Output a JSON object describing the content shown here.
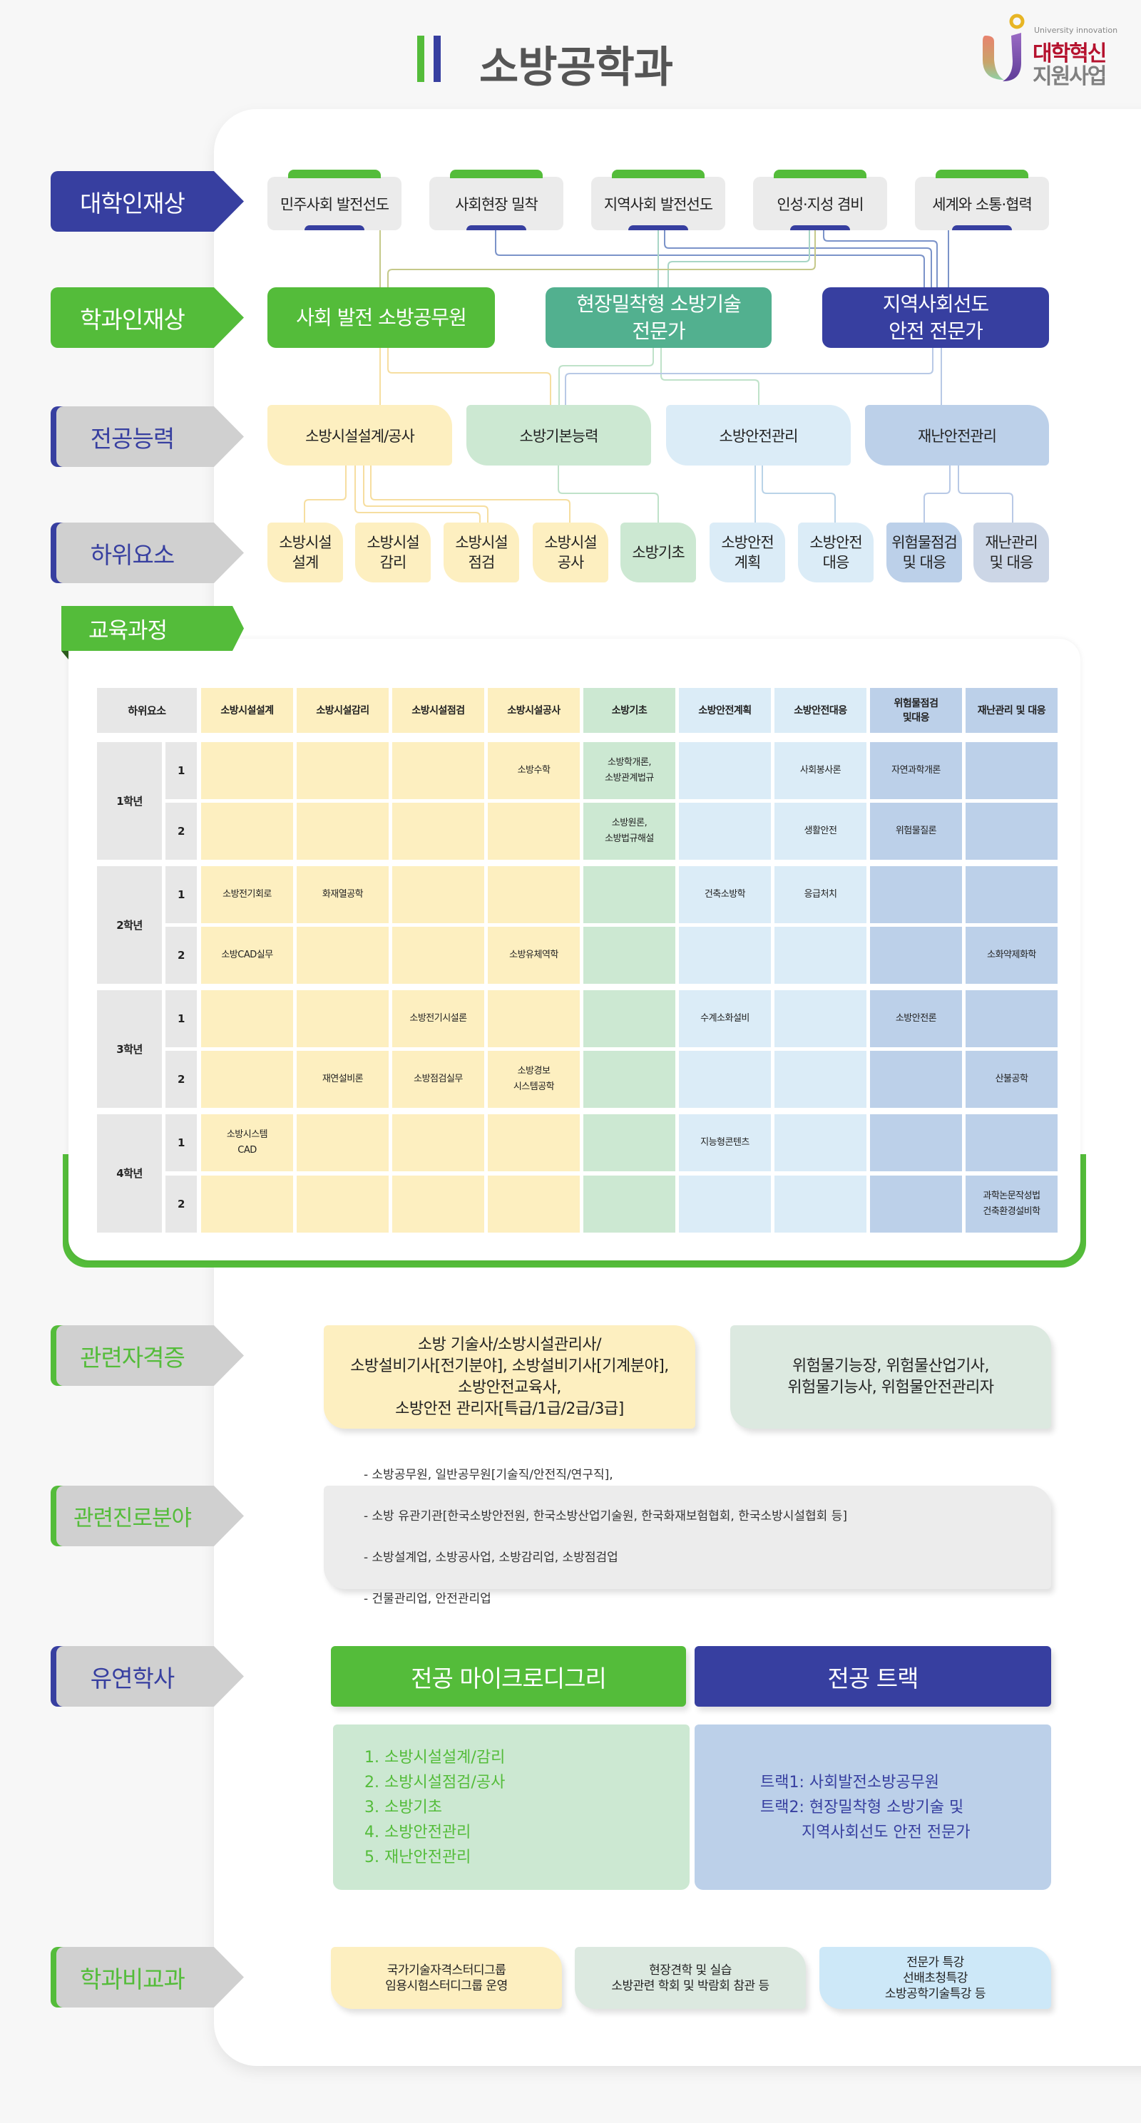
{
  "header": {
    "title": "소방공학과",
    "logo": {
      "en": "University innovation",
      "line1": "대학혁신",
      "line2": "지원사업"
    }
  },
  "colors": {
    "green": "#54bc3a",
    "navy": "#373fa0",
    "teal": "#52b08f",
    "yellow": "#fdefc0",
    "mint": "#cce8d2",
    "sky": "#dbecf7",
    "steel": "#bcd0e9"
  },
  "labels": {
    "university_talent": "대학인재상",
    "dept_talent": "학과인재상",
    "competency": "전공능력",
    "sub_elements": "하위요소",
    "curriculum": "교육과정",
    "certificates": "관련자격증",
    "careers": "관련진로분야",
    "flexible": "유연학사",
    "extracurricular": "학과비교과"
  },
  "university_talent": [
    "민주사회 발전선도",
    "사회현장 밀착",
    "지역사회 발전선도",
    "인성·지성 겸비",
    "세계와 소통·협력"
  ],
  "dept_talent": [
    "사회 발전 소방공무원",
    "현장밀착형 소방기술\n전문가",
    "지역사회선도\n안전 전문가"
  ],
  "competencies": [
    "소방시설설계/공사",
    "소방기본능력",
    "소방안전관리",
    "재난안전관리"
  ],
  "sub_elements": [
    "소방시설\n설계",
    "소방시설\n감리",
    "소방시설\n점검",
    "소방시설\n공사",
    "소방기초",
    "소방안전\n계획",
    "소방안전\n대응",
    "위험물점검\n및 대응",
    "재난관리\n및 대응"
  ],
  "curriculum": {
    "corner_header": "하위요소",
    "columns": [
      "소방시설설계",
      "소방시설감리",
      "소방시설점검",
      "소방시설공사",
      "소방기초",
      "소방안전계획",
      "소방안전대응",
      "위험물점검\n및대응",
      "재난관리 및 대응"
    ],
    "years": [
      "1학년",
      "2학년",
      "3학년",
      "4학년"
    ],
    "semesters": [
      "1",
      "2"
    ],
    "rows": [
      [
        "",
        "",
        "",
        "소방수학",
        "소방학개론,\n소방관계법규",
        "",
        "사회봉사론",
        "자연과학개론",
        ""
      ],
      [
        "",
        "",
        "",
        "",
        "소방원론,\n소방법규해설",
        "",
        "생활안전",
        "위험물질론",
        ""
      ],
      [
        "소방전기회로",
        "화재열공학",
        "",
        "",
        "",
        "건축소방학",
        "응급처치",
        "",
        ""
      ],
      [
        "소방CAD실무",
        "",
        "",
        "소방유체역학",
        "",
        "",
        "",
        "",
        "소화약제화학"
      ],
      [
        "",
        "",
        "소방전기시설론",
        "",
        "",
        "수계소화설비",
        "",
        "소방안전론",
        ""
      ],
      [
        "",
        "재연설비론",
        "소방점검실무",
        "소방경보\n시스템공학",
        "",
        "",
        "",
        "",
        "산불공학"
      ],
      [
        "소방시스템\nCAD",
        "",
        "",
        "",
        "",
        "지능형콘텐츠",
        "",
        "",
        ""
      ],
      [
        "",
        "",
        "",
        "",
        "",
        "",
        "",
        "",
        "과학논문작성법\n건축환경설비학"
      ]
    ]
  },
  "certificates": [
    "소방 기술사/소방시설관리사/\n소방설비기사[전기분야], 소방설비기사[기계분야],\n소방안전교육사,\n소방안전 관리자[특급/1급/2급/3급]",
    "위험물기능장, 위험물산업기사,\n위험물기능사, 위험물안전관리자"
  ],
  "careers": [
    "- 소방공무원, 일반공무원[기술직/안전직/연구직],",
    "- 소방 유관기관[한국소방안전원, 한국소방산업기술원, 한국화재보험협회, 한국소방시설협회 등]",
    "- 소방설계업, 소방공사업, 소방감리업, 소방점검업",
    "- 건물관리업, 안전관리업"
  ],
  "flexible": {
    "microdegree": {
      "title": "전공 마이크로디그리",
      "items": [
        "1. 소방시설설계/감리",
        "2. 소방시설점검/공사",
        "3. 소방기초",
        "4. 소방안전관리",
        "5. 재난안전관리"
      ]
    },
    "track": {
      "title": "전공 트랙",
      "items": [
        "트랙1: 사회발전소방공무원",
        "트랙2: 현장밀착형 소방기술 및",
        "지역사회선도 안전 전문가"
      ]
    }
  },
  "extracurricular": [
    "국가기술자격스터디그룹\n임용시험스터디그룹 운영",
    "현장견학 및 실습\n소방관련 학회 및 박람회 참관 등",
    "전문가 특강\n선배초청특강\n소방공학기술특강 등"
  ]
}
